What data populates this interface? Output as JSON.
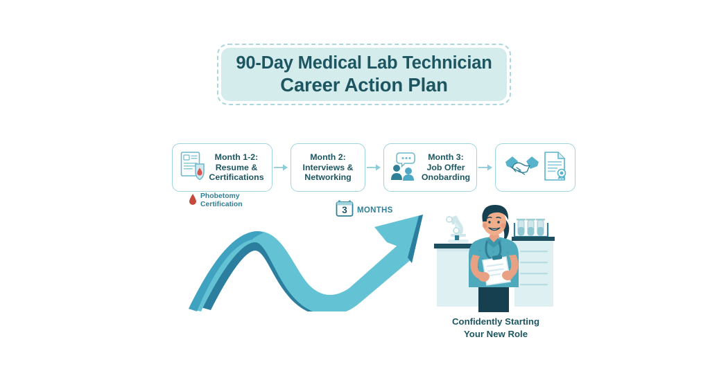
{
  "page": {
    "background": "#ffffff",
    "accent_dark": "#1d5661",
    "accent_mid": "#2f7f96",
    "accent_light": "#63c3d4",
    "banner_fill": "#d5eced",
    "blood_red": "#d9534f"
  },
  "title": {
    "line1": "90-Day Medical Lab Technician",
    "line2": "Career Action Plan"
  },
  "steps": [
    {
      "id": "step-1",
      "label": "Month 1-2:\nResume &\nCertifications",
      "icon": "resume-shield-blooddrop-icon"
    },
    {
      "id": "step-2",
      "label": "Month 2:\nInterviews &\nNetworking",
      "icon": "none"
    },
    {
      "id": "step-3",
      "label": "Month 3:\nJob Offer\nOnobarding",
      "icon": "two-people-speech-bubble-icon"
    },
    {
      "id": "step-4",
      "label": "",
      "icon": "handshake-certificate-icon"
    }
  ],
  "connectors": {
    "icon": "arrow-right-icon",
    "count": 3
  },
  "phlebotomy": {
    "label": "Phobetomy\nCertification",
    "icon": "blood-drop-icon"
  },
  "months_badge": {
    "number": "3",
    "unit": "MONTHS",
    "icon": "calendar-icon"
  },
  "illustration": {
    "arrow": "growth-arrow-icon",
    "figure": "lab-technician-illustration",
    "microscope": "microscope-icon",
    "test_tubes": "test-tube-rack-icon",
    "clipboard": "clipboard-icon"
  },
  "caption": {
    "text": "Confidently Starting\nYour New Role"
  }
}
